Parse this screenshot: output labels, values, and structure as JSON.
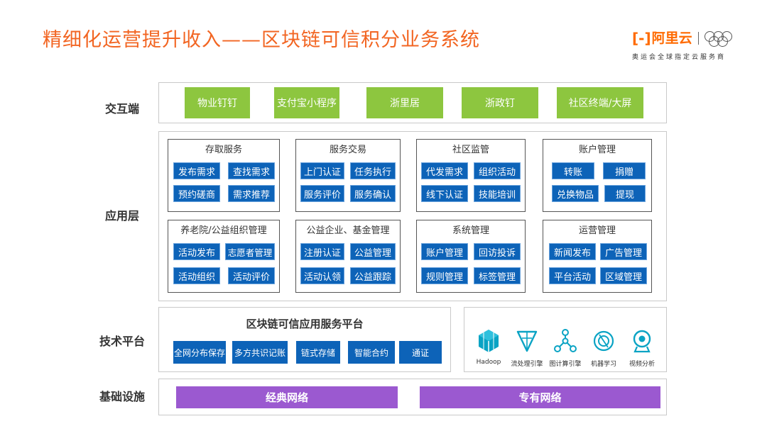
{
  "title": "精细化运营提升收入——区块链可信积分业务系统",
  "logo": {
    "mark": "[-]",
    "text": "阿里云",
    "subtitle": "奥运会全球指定云服务商"
  },
  "colors": {
    "title": "#f26522",
    "green": "#8dc63f",
    "blue": "#0d63b8",
    "purple": "#9b59d0"
  },
  "layers": {
    "interaction": {
      "label": "交互端",
      "items": [
        "物业钉钉",
        "支付宝小程序",
        "浙里居",
        "浙政钉",
        "社区终端/大屏"
      ]
    },
    "application": {
      "label": "应用层",
      "groups": [
        {
          "title": "存取服务",
          "items": [
            "发布需求",
            "查找需求",
            "预约磋商",
            "需求推荐"
          ]
        },
        {
          "title": "服务交易",
          "items": [
            "上门认证",
            "任务执行",
            "服务评价",
            "服务确认"
          ]
        },
        {
          "title": "社区监管",
          "items": [
            "代发需求",
            "组织活动",
            "线下认证",
            "技能培训"
          ]
        },
        {
          "title": "账户管理",
          "items": [
            "转账",
            "捐赠",
            "兑换物品",
            "提现"
          ]
        },
        {
          "title": "养老院/公益组织管理",
          "items": [
            "活动发布",
            "志愿者管理",
            "活动组织",
            "活动评价"
          ]
        },
        {
          "title": "公益企业、基金管理",
          "items": [
            "注册认证",
            "公益管理",
            "活动认领",
            "公益跟踪"
          ]
        },
        {
          "title": "系统管理",
          "items": [
            "账户管理",
            "回访投诉",
            "规则管理",
            "标签管理"
          ]
        },
        {
          "title": "运营管理",
          "items": [
            "新闻发布",
            "广告管理",
            "平台活动",
            "区域管理"
          ]
        }
      ]
    },
    "tech": {
      "label": "技术平台",
      "platform_title": "区块链可信应用服务平台",
      "items": [
        "全网分布保存",
        "多方共识记账",
        "链式存储",
        "智能合约",
        "通证"
      ],
      "engines": [
        {
          "label": "Hadoop",
          "icon": "hadoop-icon"
        },
        {
          "label": "流处理引擎",
          "icon": "stream-engine-icon"
        },
        {
          "label": "图计算引擎",
          "icon": "graph-compute-icon"
        },
        {
          "label": "机器学习",
          "icon": "machine-learning-icon"
        },
        {
          "label": "视频分析",
          "icon": "video-analysis-icon"
        }
      ]
    },
    "infra": {
      "label": "基础设施",
      "items": [
        "经典网络",
        "专有网络"
      ]
    }
  }
}
